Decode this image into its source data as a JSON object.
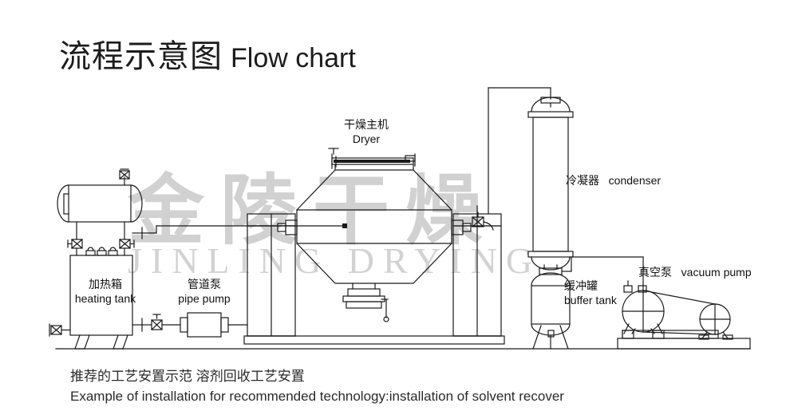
{
  "title": {
    "cn": "流程示意图",
    "en": "Flow chart"
  },
  "caption": {
    "line1": "推荐的工艺安置示范 溶剂回收工艺安置",
    "line2": "Example of installation for recommended technology:installation of solvent recover"
  },
  "watermark": {
    "cn": "金陵干燥",
    "en": "JINLING DRYING"
  },
  "equipment": {
    "heating_tank": {
      "cn": "加热箱",
      "en": "heating tank"
    },
    "pipe_pump": {
      "cn": "管道泵",
      "en": "pipe pump"
    },
    "dryer": {
      "cn": "干燥主机",
      "en": "Dryer"
    },
    "condenser": {
      "cn": "冷凝器",
      "en": "condenser"
    },
    "buffer_tank": {
      "cn": "缓冲罐",
      "en": "buffer tank"
    },
    "vacuum_pump": {
      "cn": "真空泵",
      "en": "vacuum pump"
    }
  },
  "colors": {
    "line": "#1a1a1a",
    "text": "#111111",
    "watermark": "#cccccc",
    "background": "#ffffff"
  }
}
